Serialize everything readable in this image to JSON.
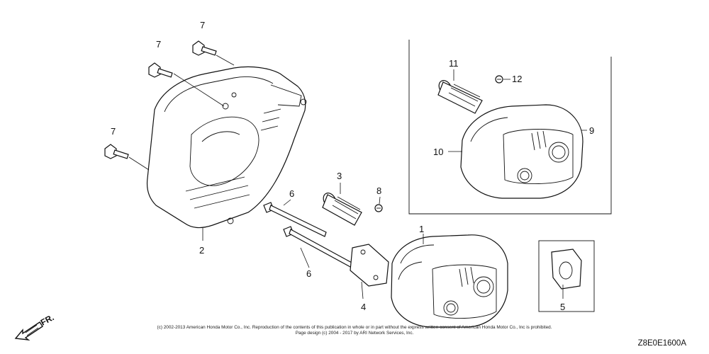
{
  "callouts": {
    "c1": "1",
    "c2": "2",
    "c3": "3",
    "c4": "4",
    "c5": "5",
    "c6a": "6",
    "c6b": "6",
    "c7a": "7",
    "c7b": "7",
    "c7c": "7",
    "c8": "8",
    "c9": "9",
    "c10": "10",
    "c11": "11",
    "c12": "12"
  },
  "copyright": {
    "line1": "(c) 2002-2013 American Honda Motor Co., Inc. Reproduction of the contents of this publication in whole or in part without the express written consent of American Honda Motor Co., Inc is prohibited.",
    "line2": "Page design (c) 2004 - 2017 by ARI Network Services, Inc."
  },
  "diagram_code": "Z8E0E1600A",
  "direction_label": "FR.",
  "icons": {
    "direction": "front-direction-arrow-icon"
  }
}
